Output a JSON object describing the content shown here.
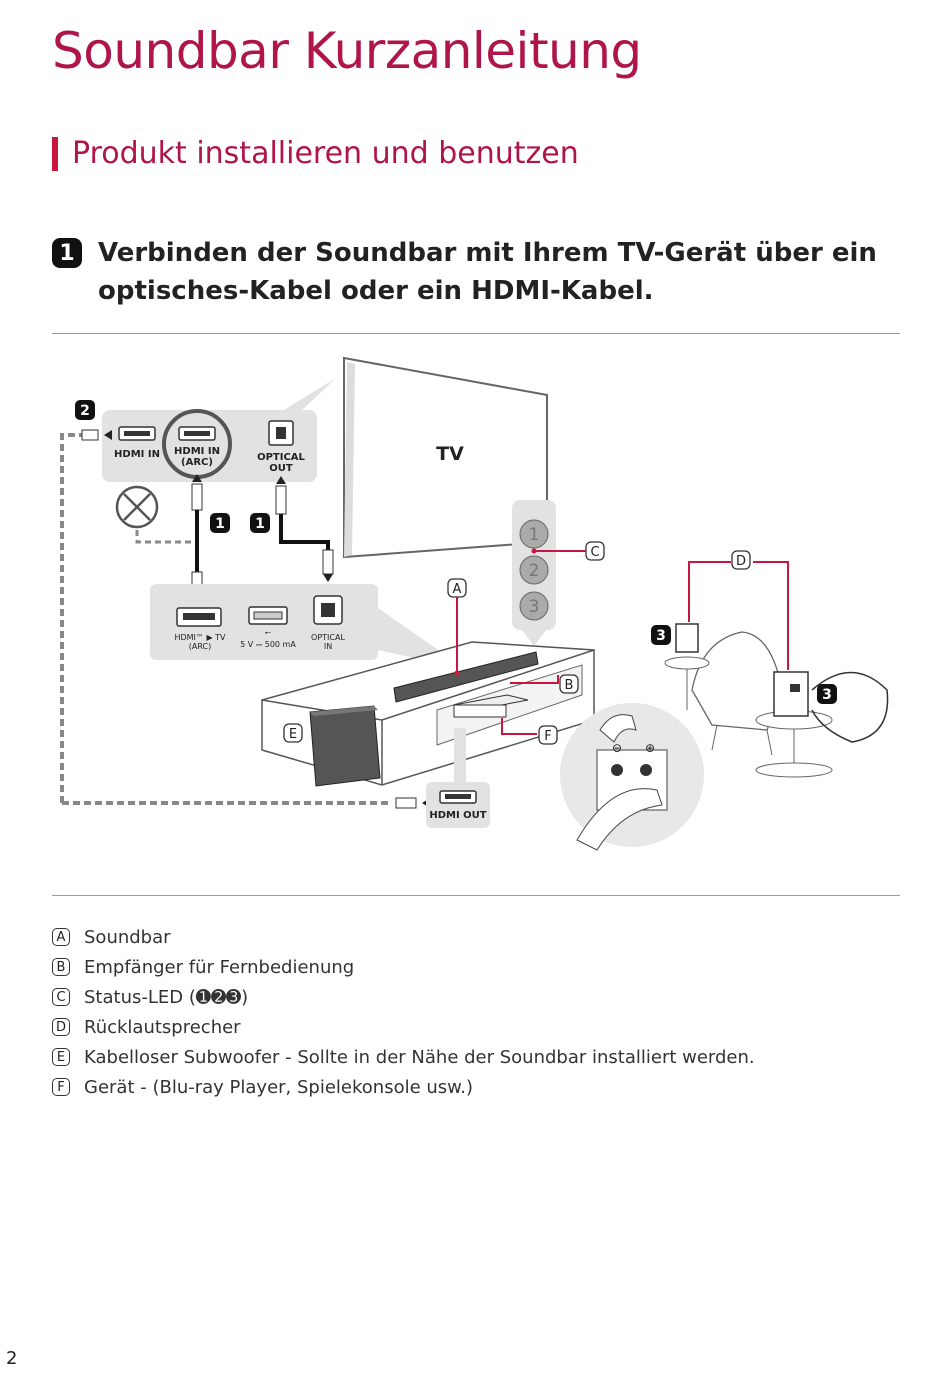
{
  "page": {
    "title": "Soundbar Kurzanleitung",
    "section_title": "Produkt installieren und benutzen",
    "step": {
      "number": "1",
      "text": "Verbinden der Soundbar mit Ihrem TV-Gerät über ein optisches-Kabel oder ein HDMI-Kabel."
    },
    "page_number": "2"
  },
  "diagram": {
    "tv_label": "TV",
    "tv_ports": {
      "hdmi_in": "HDMI IN",
      "hdmi_in_arc_1": "HDMI IN",
      "hdmi_in_arc_2": "(ARC)",
      "optical_out_1": "OPTICAL",
      "optical_out_2": "OUT"
    },
    "soundbar_ports": {
      "hdmi_tv_arc_1": "HDMI™ ▶ TV",
      "hdmi_tv_arc_2": "(ARC)",
      "usb": "5 V ⎓ 500 mA",
      "optical_in_1": "OPTICAL",
      "optical_in_2": "IN"
    },
    "device_port": "HDMI OUT",
    "step_badges": {
      "one": "1",
      "two": "2",
      "three": "3"
    },
    "status_leds": [
      "1",
      "2",
      "3"
    ],
    "callouts": {
      "a": "A",
      "b": "B",
      "c": "C",
      "d": "D",
      "e": "E",
      "f": "F"
    }
  },
  "legend": [
    {
      "letter": "A",
      "text": "Soundbar"
    },
    {
      "letter": "B",
      "text": "Empfänger für Fernbedienung"
    },
    {
      "letter": "C",
      "text": "Status-LED (➊➋➌)"
    },
    {
      "letter": "D",
      "text": "Rücklautsprecher"
    },
    {
      "letter": "E",
      "text": "Kabelloser Subwoofer - Sollte in der Nähe der Soundbar installiert werden."
    },
    {
      "letter": "F",
      "text": "Gerät - (Blu-ray Player, Spielekonsole usw.)"
    }
  ],
  "colors": {
    "accent": "#b0154a",
    "callout": "#c8173f"
  }
}
